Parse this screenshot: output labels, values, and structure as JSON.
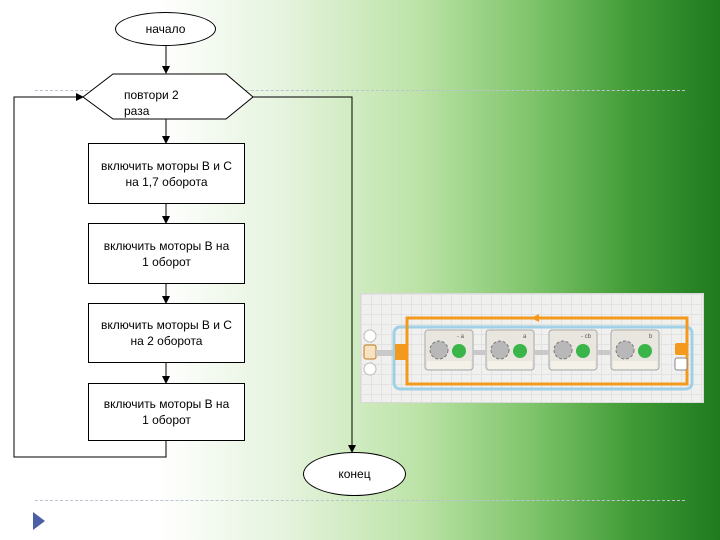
{
  "flowchart": {
    "start": "начало",
    "loop": [
      "повтори 2",
      "раза"
    ],
    "step1": [
      "включить моторы B и C",
      "на 1,7 оборота"
    ],
    "step2": [
      "включить моторы B на",
      "1 оборот"
    ],
    "step3": [
      "включить моторы B и C",
      "на 2 оборота"
    ],
    "step4": [
      "включить моторы B на",
      "1 оборот"
    ],
    "end": "конец"
  },
  "nxt_blocks": {
    "labels": [
      "- a",
      "a",
      "- cb",
      "b"
    ],
    "colors": {
      "loop": "#f39a1e",
      "block": "#e8e6df",
      "green": "#3ab54a",
      "gear": "#b8b8b8"
    }
  },
  "icons": {
    "play": "play-triangle-icon"
  }
}
